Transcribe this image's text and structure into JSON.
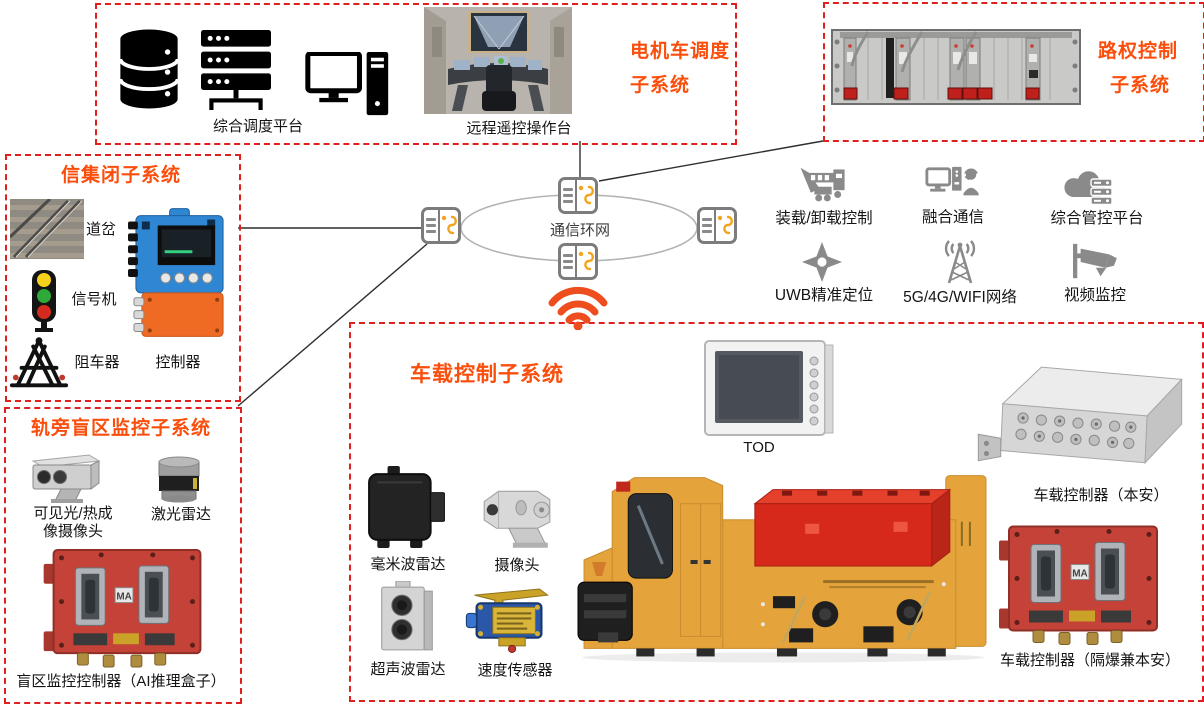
{
  "colors": {
    "border_red": "#e01f1f",
    "title_orange": "#f94e0c",
    "wifi_orange": "#ee4d1e",
    "switch_orange": "#f2a41e",
    "icon_gray": "#8a8a8a",
    "icon_black": "#000000",
    "ring_gray": "#b3b3b3",
    "line_dark": "#2f2f2f",
    "loco_yellow": "#e5a33c",
    "battery_red": "#d6291b",
    "controller_red": "#c44237",
    "controller_blue": "#2f86d2",
    "controller_orange": "#ef6b23"
  },
  "dispatch_box": {
    "title_line1": "电机车调度",
    "title_line2": "子系统",
    "platform_label": "综合调度平台",
    "console_label": "远程遥控操作台"
  },
  "road_right_box": {
    "title_line1": "路权控制",
    "title_line2": "子系统"
  },
  "signal_box": {
    "title": "信集闭子系统",
    "switch_label": "道岔",
    "signal_label": "信号机",
    "stopper_label": "阻车器",
    "controller_label": "控制器"
  },
  "blind_box": {
    "title": "轨旁盲区监控子系统",
    "camera_label_line1": "可见光/热成",
    "camera_label_line2": "像摄像头",
    "lidar_label": "激光雷达",
    "controller_label": "盲区监控控制器（AI推理盒子）"
  },
  "network": {
    "ring_label": "通信环网"
  },
  "services": {
    "loading": "装载/卸载控制",
    "comms": "融合通信",
    "platform": "综合管控平台",
    "uwb": "UWB精准定位",
    "network5g": "5G/4G/WIFI网络",
    "video": "视频监控"
  },
  "onboard_box": {
    "title": "车载控制子系统",
    "tod_label": "TOD",
    "mmwave_label": "毫米波雷达",
    "camera_label": "摄像头",
    "ultrasonic_label": "超声波雷达",
    "speed_label": "速度传感器",
    "controller_ia_label": "车载控制器（本安）",
    "controller_exia_label": "车载控制器（隔爆兼本安）"
  },
  "misc": {
    "ma_badge": "MA"
  }
}
